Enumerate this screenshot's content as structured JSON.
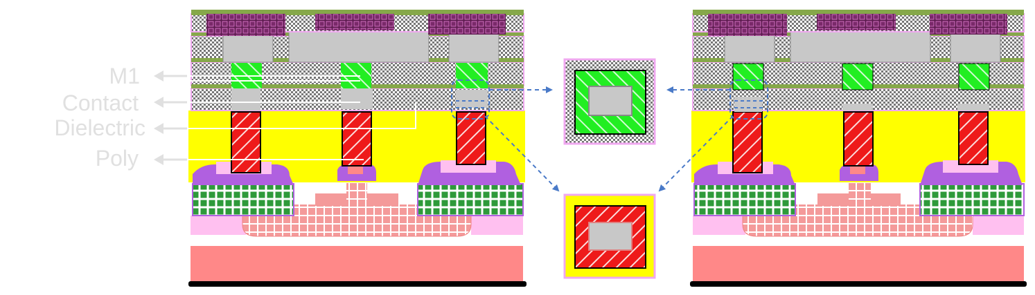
{
  "labels": {
    "m1": "M1",
    "contact": "Contact",
    "dielectric": "Dielectric",
    "poly": "Poly"
  },
  "colors": {
    "metal_top": "#5c1a4e",
    "cap_green": "#86a84a",
    "dielectric_pink_edge": "#f0a8f0",
    "checker": "#888888",
    "contact_fill": "#c8c8c8",
    "m1_green": "#22ee22",
    "poly_red": "#ee1a1a",
    "ild_yellow": "#ffff00",
    "spacer_purple": "#b060e0",
    "light_pink": "#ffc0f0",
    "sd_green": "#2e9a3a",
    "channel_salmon": "#f28c8c",
    "substrate": "#ff8888",
    "arrow_blue": "#4a7ac8",
    "label_gray": "#e0e0e0"
  },
  "structures": [
    "left-device",
    "right-device",
    "zoom-top",
    "zoom-bottom"
  ]
}
